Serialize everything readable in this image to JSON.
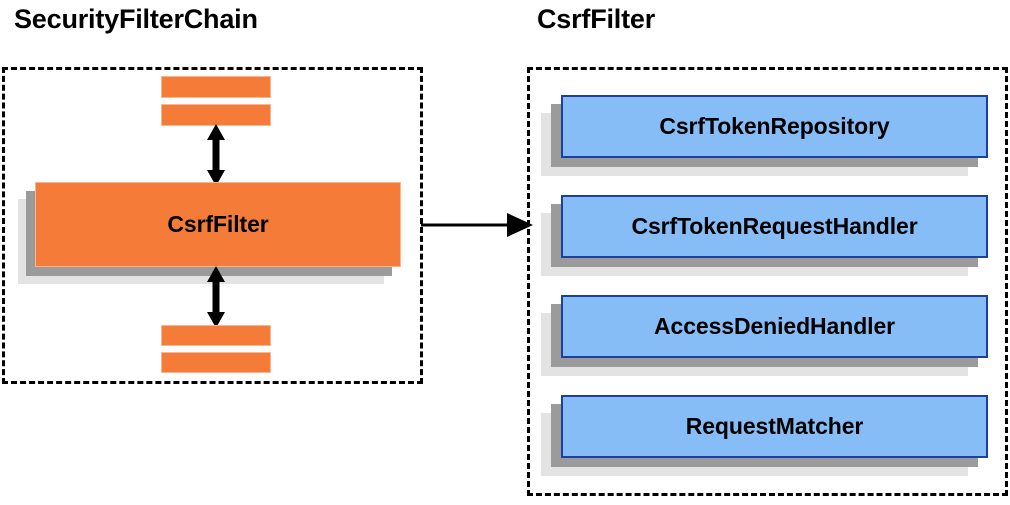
{
  "diagram": {
    "type": "component-diagram",
    "panels": [
      {
        "id": "security-filter-chain",
        "title": "SecurityFilterChain",
        "accent_color": "#f47b38",
        "border_color": "#f9b591",
        "items": [
          {
            "id": "filter-above-2",
            "label": "",
            "kind": "filter-sliver"
          },
          {
            "id": "filter-above-1",
            "label": "",
            "kind": "filter-sliver"
          },
          {
            "id": "csrf-filter",
            "label": "CsrfFilter",
            "kind": "filter-card"
          },
          {
            "id": "filter-below-1",
            "label": "",
            "kind": "filter-sliver"
          },
          {
            "id": "filter-below-2",
            "label": "",
            "kind": "filter-sliver"
          }
        ]
      },
      {
        "id": "csrf-filter-detail",
        "title": "CsrfFilter",
        "accent_color": "#87bdf7",
        "border_color": "#1f3f9e",
        "items": [
          {
            "id": "csrf-token-repository",
            "label": "CsrfTokenRepository",
            "kind": "collaborator-card"
          },
          {
            "id": "csrf-token-request-handler",
            "label": "CsrfTokenRequestHandler",
            "kind": "collaborator-card"
          },
          {
            "id": "access-denied-handler",
            "label": "AccessDeniedHandler",
            "kind": "collaborator-card"
          },
          {
            "id": "request-matcher",
            "label": "RequestMatcher",
            "kind": "collaborator-card"
          }
        ]
      }
    ],
    "connectors": [
      {
        "id": "chain-up",
        "style": "double-headed-vertical",
        "from": "csrf-filter",
        "to": "filter-above-1"
      },
      {
        "id": "chain-down",
        "style": "double-headed-vertical",
        "from": "csrf-filter",
        "to": "filter-below-1"
      },
      {
        "id": "zoom-link",
        "style": "single-headed-horizontal",
        "from": "security-filter-chain",
        "to": "csrf-filter-detail"
      }
    ],
    "colors": {
      "shadow_near": "#9b9b9b",
      "shadow_far": "#e3e3e3",
      "stroke": "#000000",
      "background": "#ffffff"
    }
  }
}
